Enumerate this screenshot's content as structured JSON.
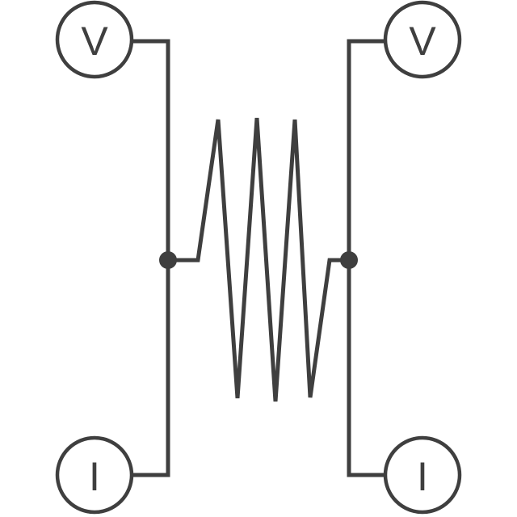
{
  "diagram": {
    "colors": {
      "stroke": "#3f3f3f",
      "background": "#ffffff"
    },
    "meters": {
      "top_left": {
        "symbol": "V",
        "icon": "voltmeter-icon"
      },
      "top_right": {
        "symbol": "V",
        "icon": "voltmeter-icon"
      },
      "bottom_left": {
        "symbol": "I",
        "icon": "ammeter-icon"
      },
      "bottom_right": {
        "symbol": "I",
        "icon": "ammeter-icon"
      }
    },
    "components": {
      "resistor": {
        "icon": "resistor-zigzag-icon"
      },
      "junctions": {
        "icon": "junction-dot-icon"
      }
    }
  }
}
